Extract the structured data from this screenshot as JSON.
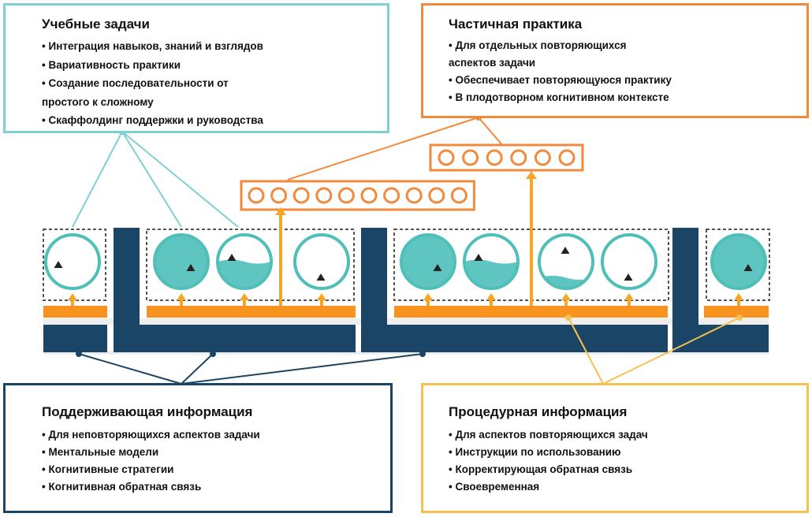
{
  "learning_tasks": {
    "title": "Учебные задачи",
    "items": [
      "Интеграция навыков, знаний и взглядов",
      "Вариативность практики",
      "Создание последовательности от",
      "простого к сложному",
      "Скаффолдинг поддержки и руководства"
    ]
  },
  "part_task": {
    "title": "Частичная практика",
    "items": [
      "Для отдельных повторяющихся",
      "аспектов задачи",
      "Обеспечивает повторяющуюся практику",
      "В плодотворном когнитивном контексте"
    ]
  },
  "supportive_info": {
    "title": "Поддерживающая информация",
    "items": [
      "Для неповторяющихся аспектов задачи",
      "Ментальные модели",
      "Когнитивные стратегии",
      "Когнитивная обратная связь"
    ]
  },
  "procedural_info": {
    "title": "Процедурная информация",
    "items": [
      "Для аспектов повторяющихся задач",
      "Инструкции по использованию",
      "Корректирующая обратная связь",
      "Своевременная"
    ]
  },
  "colors": {
    "learning": "#7fd0d1",
    "part_task": "#f08a3c",
    "supportive": "#1b4566",
    "procedural": "#f6c24d",
    "arrow": "#f5a623",
    "orange_bar": "#f7931e",
    "teal_fill": "#5fc5c0"
  },
  "diagram": {
    "part_task_rows": [
      {
        "circles": 10
      },
      {
        "circles": 6
      }
    ],
    "task_classes": [
      {
        "tasks": [
          {
            "fill": 0.0
          }
        ]
      },
      {
        "tasks": [
          {
            "fill": 1.0
          },
          {
            "fill": 0.5
          },
          {
            "fill": 0.0
          }
        ]
      },
      {
        "tasks": [
          {
            "fill": 1.0
          },
          {
            "fill": 0.5
          },
          {
            "fill": 0.2
          },
          {
            "fill": 0.0
          }
        ]
      },
      {
        "tasks": [
          {
            "fill": 1.0
          }
        ]
      }
    ],
    "icons": {
      "task_triangle": "triangle-icon",
      "arrow_up": "arrow-up-icon"
    }
  }
}
